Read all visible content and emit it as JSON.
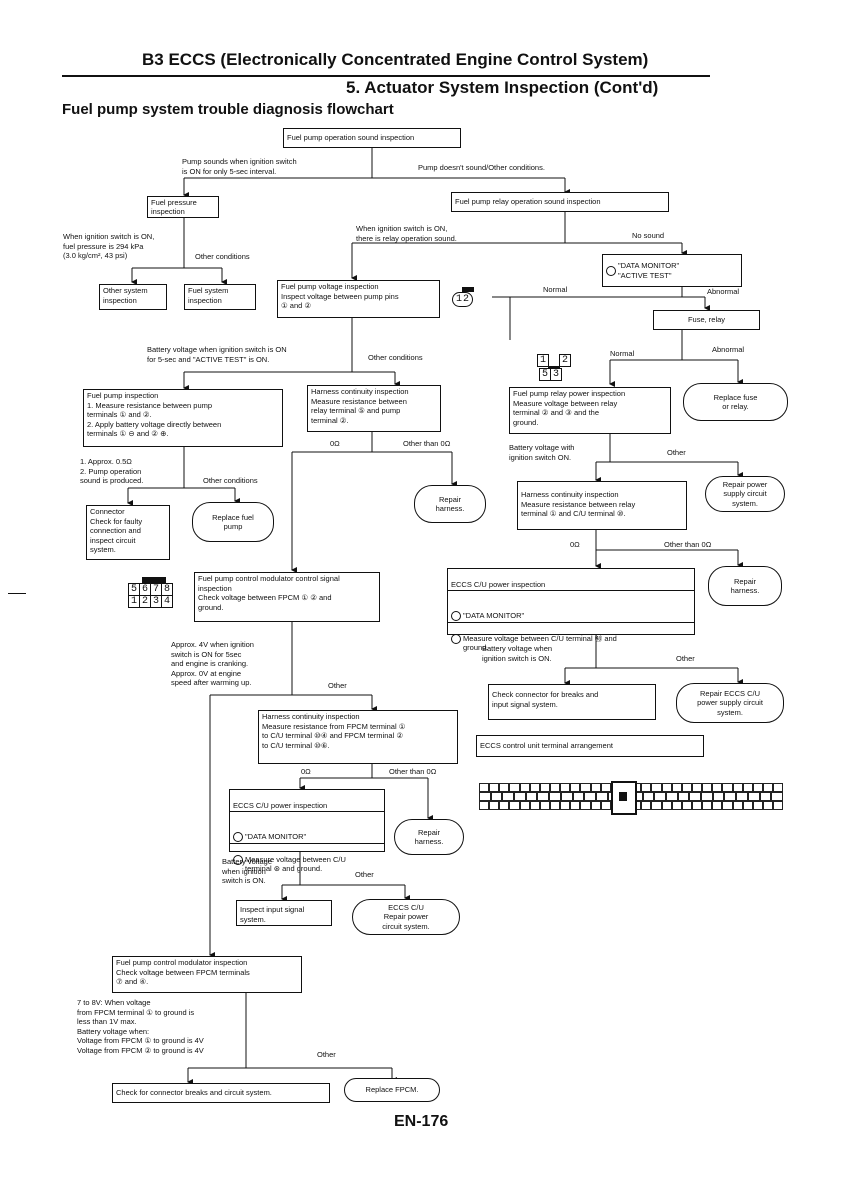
{
  "header": {
    "title": "B3 ECCS (Electronically Concentrated Engine Control System)",
    "section": "5.  Actuator System Inspection (Cont'd)",
    "subtitle": "Fuel pump system trouble diagnosis flowchart"
  },
  "page_number": "EN-176",
  "boxes": {
    "start": "Fuel pump operation sound inspection",
    "fuel_pressure": "Fuel pressure\ninspection",
    "relay_sound": "Fuel pump relay operation sound inspection",
    "other_system": "Other system\ninspection",
    "fuel_system": "Fuel system\ninspection",
    "voltage_insp": "Fuel pump voltage inspection\nInspect voltage between pump pins\n① and ②",
    "data_monitor_1": "\"DATA MONITOR\"\n\"ACTIVE TEST\"",
    "fuse_relay": "Fuse, relay",
    "pump_insp": "Fuel pump inspection\n1. Measure resistance between pump\n   terminals ① and ②.\n2. Apply battery voltage directly between\n   terminals ① ⊖ and ② ⊕.",
    "harness_cont_1": "Harness continuity inspection\nMeasure resistance between\nrelay terminal ⑤ and pump\nterminal ②.",
    "relay_power": "Fuel pump relay power inspection\nMeasure voltage between relay\nterminal ② and ③ and the\nground.",
    "replace_fuse": "Replace fuse\nor relay.",
    "connector_check": "Connector\nCheck for faulty\nconnection and\ninspect circuit\nsystem.",
    "replace_pump": "Replace fuel\npump",
    "repair_harness_1": "Repair\nharness.",
    "harness_cont_2": "Harness continuity inspection\nMeasure resistance between relay\nterminal ① and C/U terminal ⑩.",
    "repair_power_1": "Repair power\nsupply circuit\nsystem.",
    "fpcm_signal": "Fuel pump control modulator control signal\ninspection\nCheck voltage between FPCM ① ② and\nground.",
    "ecu_power_1_title": "ECCS C/U power inspection",
    "ecu_power_1_dm": "\"DATA MONITOR\"",
    "ecu_power_1_meas": "Measure voltage between C/U terminal ㊽ and\nground.",
    "repair_harness_2": "Repair\nharness.",
    "check_conn_1": "Check connector for breaks and\ninput signal system.",
    "repair_ecu_power": "Repair ECCS C/U\npower supply circuit\nsystem.",
    "ecu_arrangement": "ECCS control unit terminal arrangement",
    "harness_cont_3": "Harness continuity inspection\nMeasure resistance from FPCM terminal ①\nto C/U terminal ⑩④ and FPCM terminal ②\nto C/U terminal ⑩⑥.",
    "ecu_power_2_title": "ECCS C/U power inspection",
    "ecu_power_2_dm": "\"DATA MONITOR\"",
    "ecu_power_2_meas": "Measure voltage between C/U\nterminal ⊛ and ground.",
    "repair_harness_3": "Repair\nharness.",
    "input_signal": "Inspect input signal\nsystem.",
    "ecu_repair": "ECCS C/U\nRepair power\ncircuit system.",
    "fpcm_terminals": "Fuel pump control modulator inspection\nCheck voltage between FPCM terminals\n⑦ and ④.",
    "check_conn_final": "Check for connector breaks and circuit system.",
    "replace_fpcm": "Replace FPCM."
  },
  "labels": {
    "pump_sounds": "Pump sounds when ignition switch\nis ON for only 5-sec interval.",
    "pump_no_sound": "Pump doesn't sound/Other conditions.",
    "ign_pressure": "When ignition switch is ON,\nfuel pressure is 294 kPa\n(3.0 kg/cm², 43 psi)",
    "other_cond_1": "Other conditions",
    "relay_sound_ok": "When ignition switch is ON,\nthere is relay operation sound.",
    "no_sound": "No sound",
    "normal_1": "Normal",
    "abnormal_1": "Abnormal",
    "batt_volt_5s": "Battery voltage when ignition switch is ON\nfor 5-sec and \"ACTIVE TEST\" is ON.",
    "other_cond_2": "Other conditions",
    "normal_2": "Normal",
    "abnormal_2": "Abnormal",
    "approx_res": "1. Approx. 0.5Ω\n2. Pump operation\n   sound is produced.",
    "other_cond_3": "Other conditions",
    "zero_ohm_1": "0Ω",
    "other_than_0_1": "Other than 0Ω",
    "batt_volt_on": "Battery voltage with\nignition switch ON.",
    "other_1": "Other",
    "zero_ohm_2": "0Ω",
    "other_than_0_2": "Other than 0Ω",
    "approx_4v": "Approx. 4V when ignition\nswitch is ON for 5sec\nand engine is cranking.\nApprox. 0V at engine\nspeed after warming up.",
    "other_2": "Other",
    "batt_volt_when_1": "Battery voltage when\nignition switch is ON.",
    "other_3": "Other",
    "zero_ohm_3": "0Ω",
    "other_than_0_3": "Other than 0Ω",
    "batt_volt_when_2": "Battery voltage\nwhen ignition\nswitch is ON.",
    "other_4": "Other",
    "fpcm_volt_spec": "7 to 8V: When voltage\nfrom FPCM terminal ① to ground is\nless than 1V max.\nBattery voltage when:\nVoltage from FPCM ① to ground is 4V\nVoltage from FPCM ② to ground is 4V",
    "other_5": "Other"
  },
  "connectors": {
    "pump": [
      "1",
      "2"
    ],
    "relay_top": [
      "1",
      "2"
    ],
    "relay_bottom": [
      "5",
      "3"
    ],
    "fpcm_top": [
      "5",
      "6",
      "7",
      "8"
    ],
    "fpcm_bottom": [
      "1",
      "2",
      "3",
      "4"
    ]
  },
  "icons": [
    "consult-tool-icon",
    "probe-icon",
    "connector-icon"
  ]
}
